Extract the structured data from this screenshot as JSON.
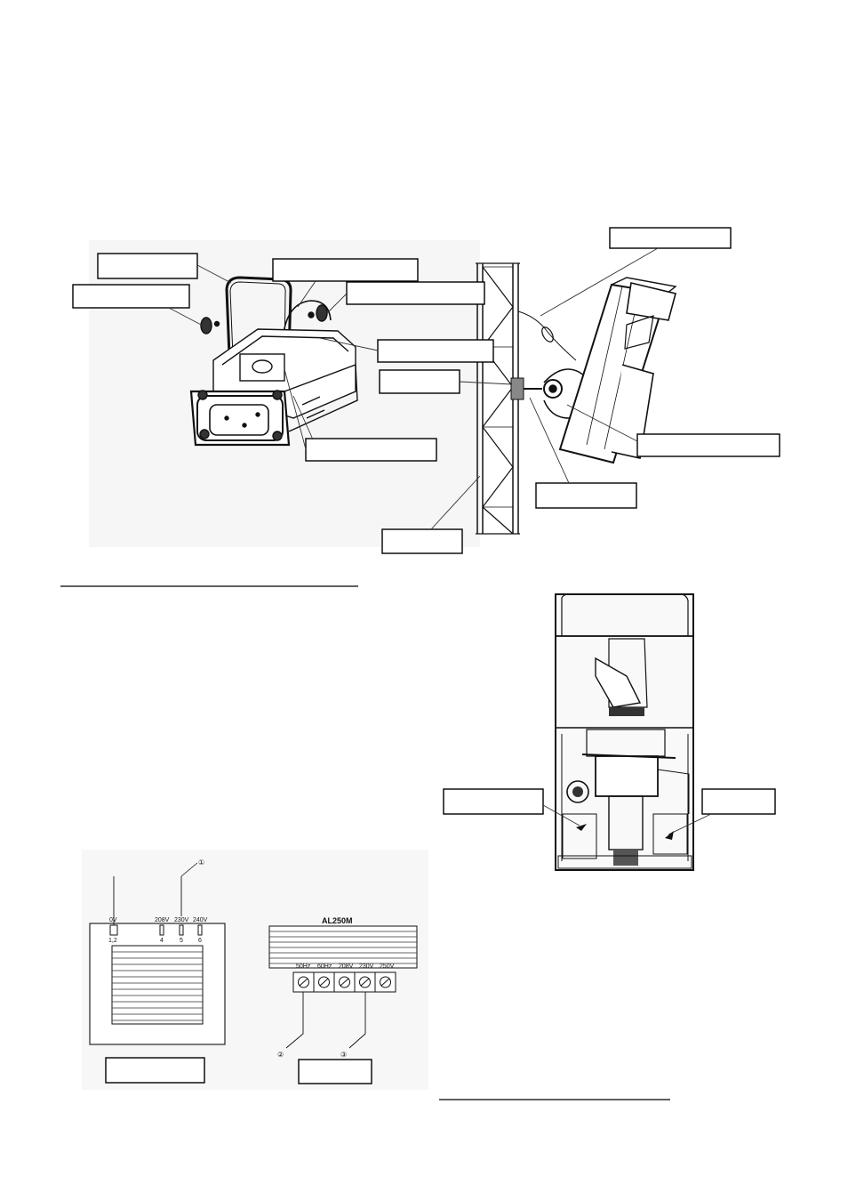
{
  "callout_color": "#000000",
  "transformer": {
    "taps": [
      {
        "voltage": "0V",
        "pin": "1,2"
      },
      {
        "voltage": "208V",
        "pin": "4"
      },
      {
        "voltage": "230V",
        "pin": "5"
      },
      {
        "voltage": "240V",
        "pin": "6"
      }
    ],
    "marker": "①"
  },
  "ballast": {
    "model": "AL250M",
    "terminals": [
      "50Hz",
      "60Hz",
      "208V",
      "230V",
      "250V"
    ],
    "markers": [
      "②",
      "③"
    ]
  }
}
